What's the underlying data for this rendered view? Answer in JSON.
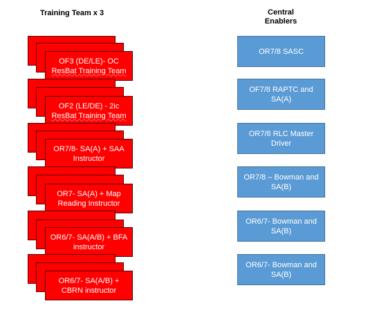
{
  "headings": {
    "training_team": "Training Team x 3",
    "central_enablers": [
      "Central",
      "Enablers"
    ]
  },
  "training_team": [
    {
      "lines": [
        "OF3 (DE/LE)- OC",
        "ResBat Training Team"
      ]
    },
    {
      "lines": [
        "OF2 (LE/DE) - 2ic",
        "ResBat Training Team"
      ]
    },
    {
      "lines": [
        "OR7/8- SA(A) + SAA",
        "Instructor"
      ]
    },
    {
      "lines": [
        "OR7- SA(A) + Map",
        "Reading Instructor"
      ]
    },
    {
      "lines": [
        "OR6/7- SA(A/B) + BFA",
        "instructor"
      ]
    },
    {
      "lines": [
        "OR6/7- SA(A/B) +",
        "CBRN instructor"
      ]
    }
  ],
  "central_enablers": [
    {
      "lines": [
        "OR7/8 SASC"
      ]
    },
    {
      "lines": [
        "OF7/8 RAPTC and",
        "SA(A)"
      ]
    },
    {
      "lines": [
        "OR7/8 RLC Master",
        "Driver"
      ]
    },
    {
      "lines": [
        "OR7/8 – Bowman and",
        "SA(B)"
      ]
    },
    {
      "lines": [
        "OR6/7- Bowman and",
        "SA(B)"
      ]
    },
    {
      "lines": [
        "OR6/7- Bowman and",
        "SA(B)"
      ]
    }
  ]
}
